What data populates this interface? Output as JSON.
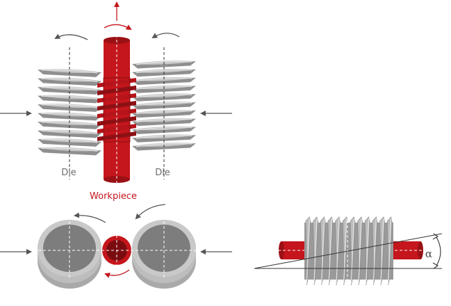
{
  "labels": {
    "die_left": "Die",
    "die_right": "Die",
    "workpiece": "Workpiece",
    "angle": "α"
  },
  "colors": {
    "die_light": "#c9c9c9",
    "die_mid": "#a9a9a9",
    "die_dark": "#7d7d7d",
    "workpiece": "#c4161c",
    "workpiece_dark": "#7a0c10",
    "arrow": "#555555"
  },
  "icons": {
    "rotation": "curved-arrow-icon",
    "feed": "straight-arrow-icon"
  }
}
